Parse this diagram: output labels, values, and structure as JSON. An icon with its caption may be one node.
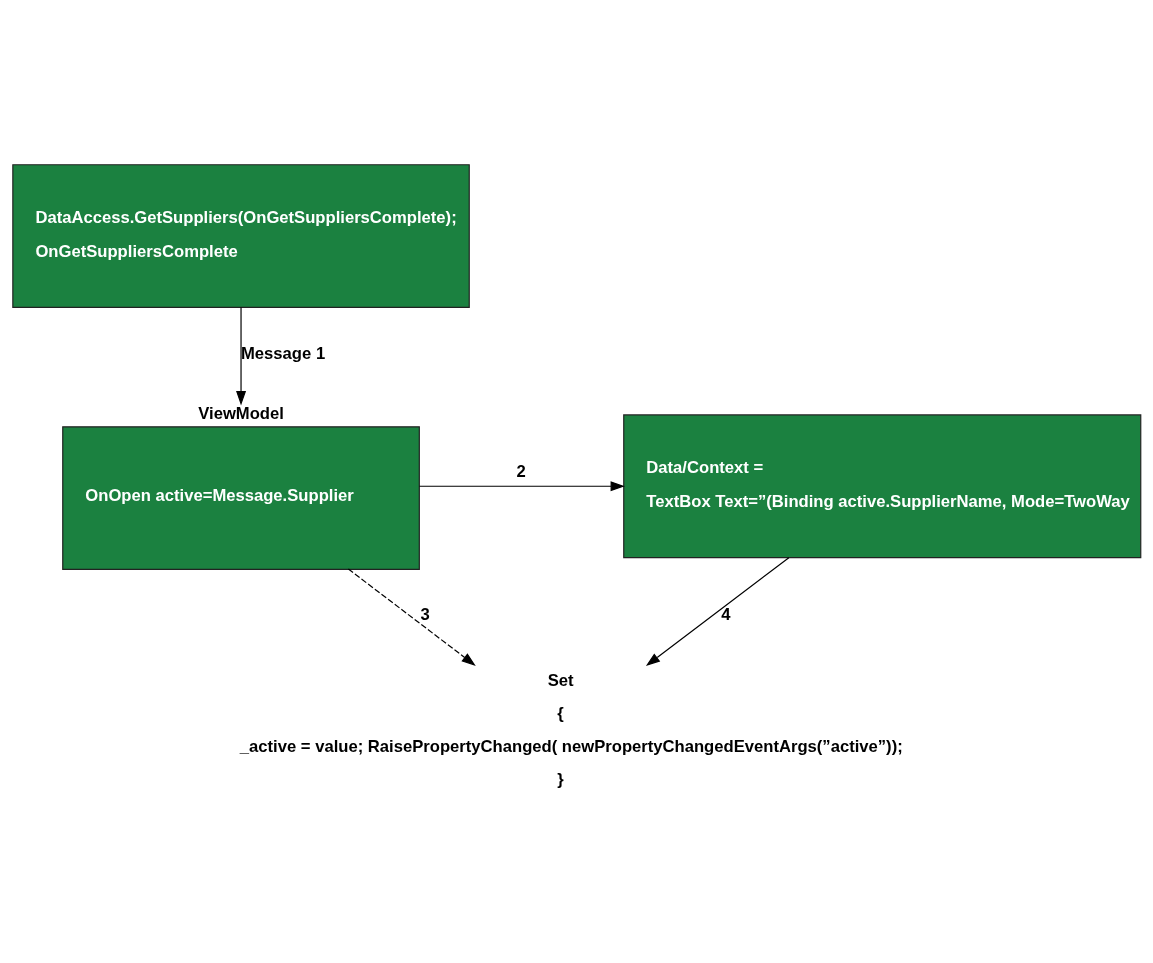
{
  "diagram": {
    "nodes": [
      {
        "text": [
          "DataAccess.GetSuppliers(OnGetSuppliersComplete);",
          "OnGetSuppliersComplete"
        ]
      },
      {
        "text": [
          "ViewModel",
          "OnOpen active=Message.Supplier"
        ]
      },
      {
        "text": [
          "Data/Context =",
          "TextBox Text=”(Binding active.SupplierName, Mode=TwoWay"
        ]
      },
      {
        "text": [
          "Set",
          "{",
          "_active = value; RaisePropertyChanged( newPropertyChangedEventArgs(”active”));",
          "}"
        ]
      }
    ],
    "edges": [
      {
        "from": 0,
        "to": 1,
        "arrow": "to",
        "label": "Message 1"
      },
      {
        "from": 1,
        "to": 2,
        "arrow": "to",
        "label": "2"
      },
      {
        "from": 1,
        "to": 3,
        "arrow": "to",
        "label": "3",
        "style": "dashed"
      },
      {
        "from": 2,
        "to": 3,
        "arrow": "to",
        "label": "4"
      }
    ]
  }
}
